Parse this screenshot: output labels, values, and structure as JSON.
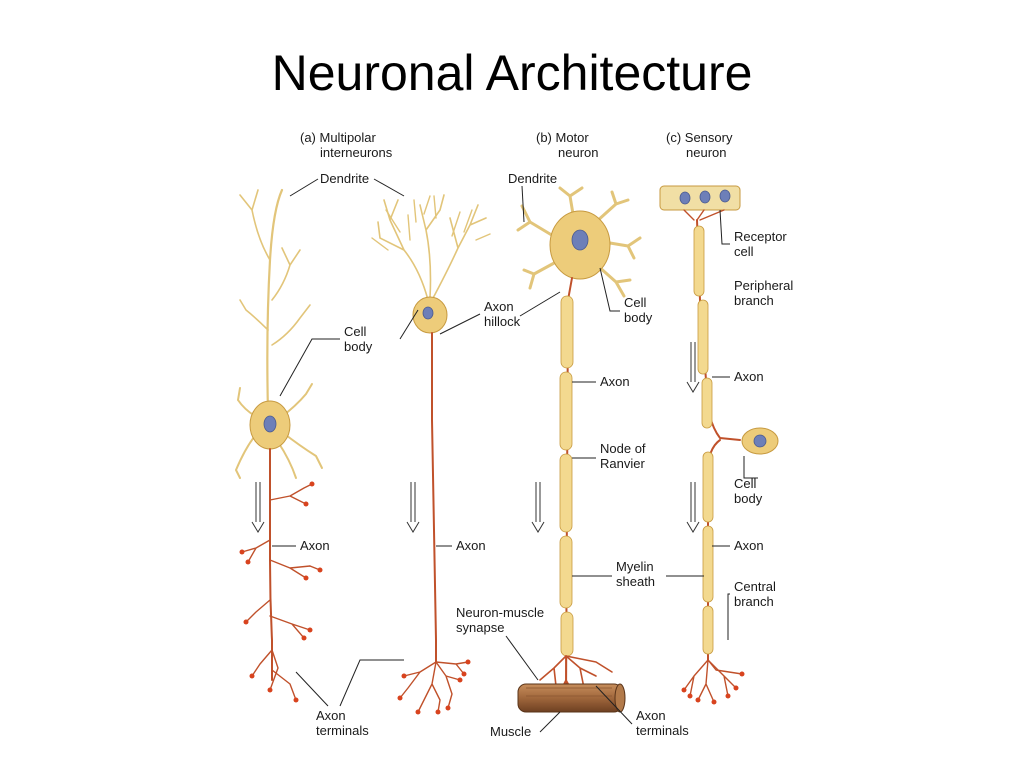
{
  "title": "Neuronal Architecture",
  "panels": {
    "a": {
      "heading_1": "(a) Multipolar",
      "heading_2": "interneurons"
    },
    "b": {
      "heading_1": "(b) Motor",
      "heading_2": "neuron"
    },
    "c": {
      "heading_1": "(c) Sensory",
      "heading_2": "neuron"
    }
  },
  "labels": {
    "a_dendrite": "Dendrite",
    "a_cell_body_1": "Cell",
    "a_cell_body_2": "body",
    "a_axon_hillock_1": "Axon",
    "a_axon_hillock_2": "hillock",
    "a_axon_left": "Axon",
    "a_axon_right": "Axon",
    "a_terminals_1": "Axon",
    "a_terminals_2": "terminals",
    "b_dendrite": "Dendrite",
    "b_cell_body_1": "Cell",
    "b_cell_body_2": "body",
    "b_axon": "Axon",
    "b_node_1": "Node of",
    "b_node_2": "Ranvier",
    "b_myelin_1": "Myelin",
    "b_myelin_2": "sheath",
    "b_synapse_1": "Neuron-muscle",
    "b_synapse_2": "synapse",
    "b_muscle": "Muscle",
    "b_terminals_1": "Axon",
    "b_terminals_2": "terminals",
    "c_receptor_1": "Receptor",
    "c_receptor_2": "cell",
    "c_peripheral_1": "Peripheral",
    "c_peripheral_2": "branch",
    "c_axon_upper": "Axon",
    "c_cell_body_1": "Cell",
    "c_cell_body_2": "body",
    "c_axon_lower": "Axon",
    "c_central_1": "Central",
    "c_central_2": "branch"
  },
  "colors": {
    "dendrite": "#e2c57a",
    "cell_body": "#edcc7a",
    "nucleus": "#6d7fb8",
    "axon": "#c0512b",
    "myelin": "#f3d98f",
    "muscle": "#a0673c",
    "terminal": "#d8431e"
  }
}
